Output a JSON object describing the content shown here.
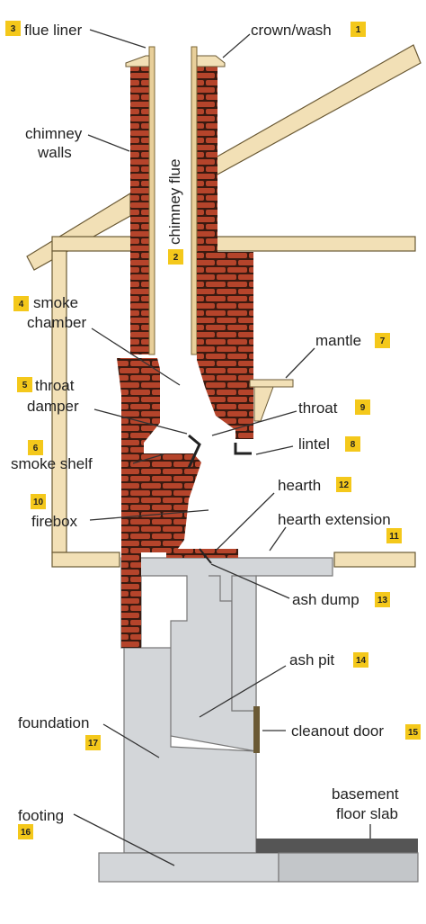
{
  "labels": {
    "flue_liner": "flue liner",
    "crown_wash": "crown/wash",
    "chimney_walls_1": "chimney",
    "chimney_walls_2": "walls",
    "chimney_flue": "chimney flue",
    "smoke_chamber_1": "smoke",
    "smoke_chamber_2": "chamber",
    "mantle": "mantle",
    "throat_damper_1": "throat",
    "throat_damper_2": "damper",
    "throat": "throat",
    "lintel": "lintel",
    "smoke_shelf": "smoke shelf",
    "hearth": "hearth",
    "firebox": "firebox",
    "hearth_extension": "hearth extension",
    "ash_dump": "ash dump",
    "ash_pit": "ash pit",
    "foundation": "foundation",
    "cleanout_door": "cleanout door",
    "basement_floor_slab_1": "basement",
    "basement_floor_slab_2": "floor slab",
    "footing": "footing"
  },
  "badges": {
    "crown_wash": "1",
    "chimney_flue": "2",
    "flue_liner": "3",
    "smoke_chamber": "4",
    "throat_damper": "5",
    "smoke_shelf": "6",
    "mantle": "7",
    "lintel": "8",
    "throat": "9",
    "firebox": "10",
    "hearth_extension": "11",
    "hearth": "12",
    "ash_dump": "13",
    "ash_pit": "14",
    "cleanout_door": "15",
    "footing": "16",
    "foundation": "17"
  },
  "colors": {
    "brick": "#b5442b",
    "mortar": "#3a1a10",
    "concrete": "#d3d6d9",
    "wood": "#f2e0b6",
    "badge": "#f4c81b",
    "slab": "#555555"
  }
}
